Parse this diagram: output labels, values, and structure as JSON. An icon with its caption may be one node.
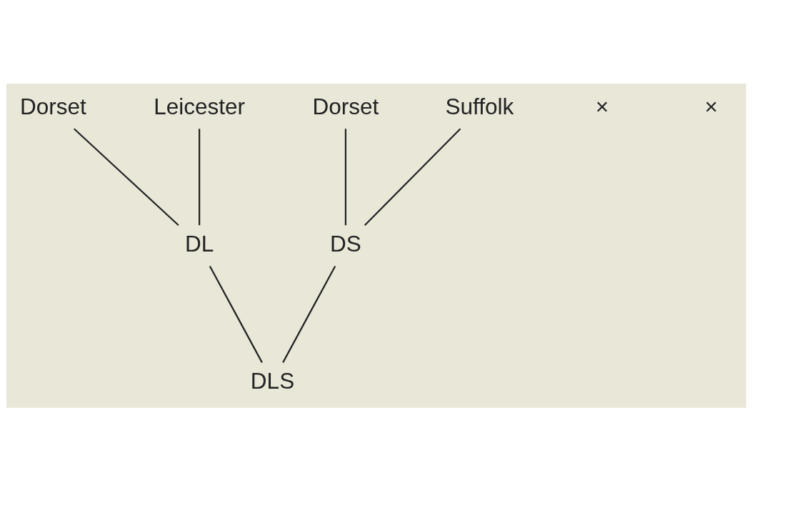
{
  "diagram": {
    "nodes": [
      {
        "text": [
          "Dorset"
        ]
      },
      {
        "text": [
          "Leicester"
        ]
      },
      {
        "text": [
          "Dorset"
        ]
      },
      {
        "text": [
          "Suffolk"
        ]
      },
      {
        "text": [
          "DL"
        ]
      },
      {
        "text": [
          "DS"
        ]
      },
      {
        "text": [
          "DLS"
        ]
      }
    ],
    "edges": [
      {
        "from": 0,
        "to": 4,
        "arrow": "none"
      },
      {
        "from": 1,
        "to": 4,
        "arrow": "none"
      },
      {
        "from": 2,
        "to": 5,
        "arrow": "none"
      },
      {
        "from": 3,
        "to": 5,
        "arrow": "none"
      },
      {
        "from": 4,
        "to": 6,
        "arrow": "none"
      },
      {
        "from": 5,
        "to": 6,
        "arrow": "none"
      }
    ],
    "labels": [
      "×",
      "×"
    ]
  }
}
